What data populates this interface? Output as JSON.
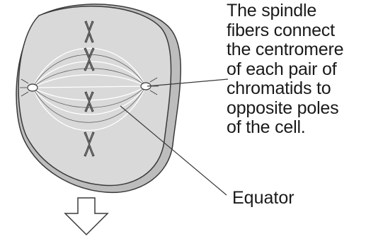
{
  "caption": {
    "lines": [
      "The spindle",
      "fibers connect",
      "the centromere",
      "of each pair of",
      "chromatids to",
      "opposite poles",
      "of the cell."
    ]
  },
  "equator_label": "Equator",
  "colors": {
    "cell_fill": "#d9d9d9",
    "cell_rim": "#bdbdbd",
    "outline": "#3a3a3a",
    "chromosome": "#8c8c8c",
    "text": "#1a1a1a"
  }
}
